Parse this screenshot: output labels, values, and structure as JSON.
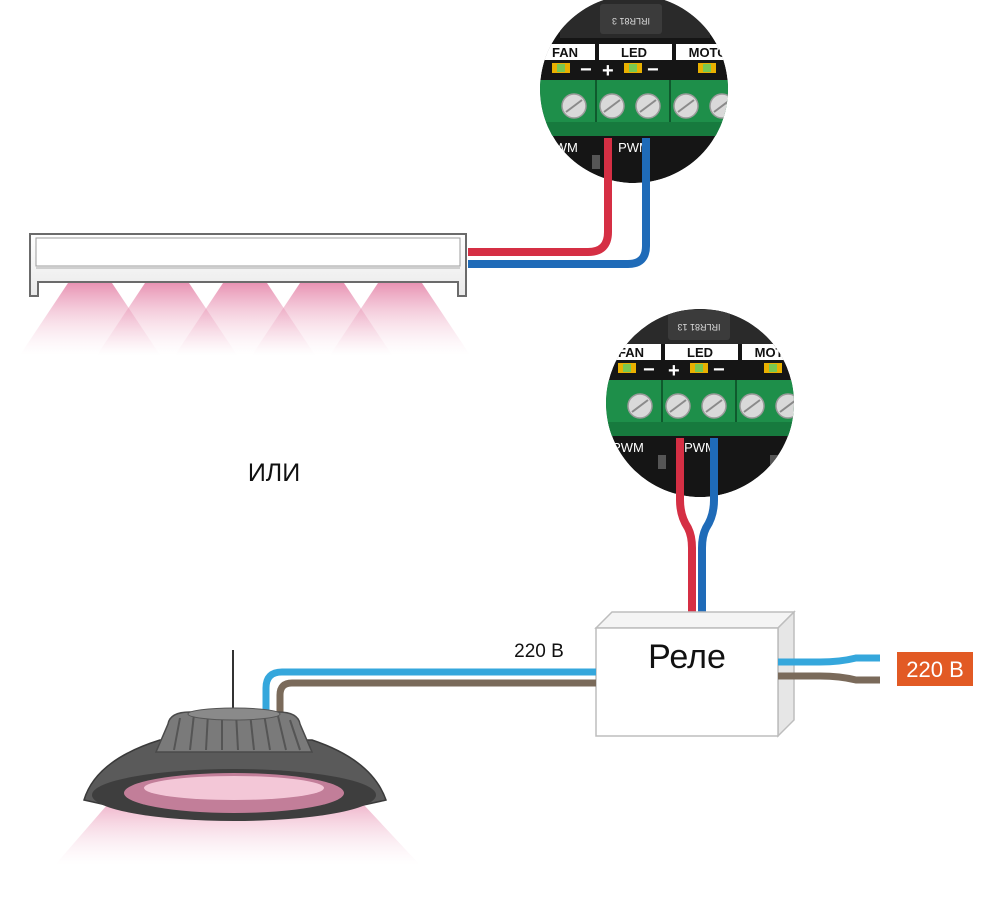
{
  "labels": {
    "or": "ИЛИ",
    "relay": "Реле",
    "voltage_lamp": "220 В",
    "voltage_mains": "220 В"
  },
  "boards": [
    {
      "chip": "IRLR81 3",
      "fan": "FAN",
      "led": "LED",
      "motor": "MOTO",
      "pwm_left": "PWM",
      "pwm_right": "PWM",
      "plus": "+",
      "minus": "−"
    },
    {
      "chip": "IRLR81 13",
      "fan": "FAN",
      "led": "LED",
      "motor": "MOTO",
      "pwm_left": "PWM",
      "pwm_right": "PWM",
      "plus": "+",
      "minus": "−"
    }
  ],
  "colors": {
    "wire_red": "#d52f44",
    "wire_blue": "#1f6bb8",
    "wire_light_blue": "#35a7dc",
    "wire_brown": "#7a6a5a",
    "terminal_green": "#1e8f4a",
    "board_black": "#151515",
    "lamp_gray": "#6b6b6b",
    "glow_pink": "#e2779f",
    "voltage_badge": "#e25a24"
  }
}
